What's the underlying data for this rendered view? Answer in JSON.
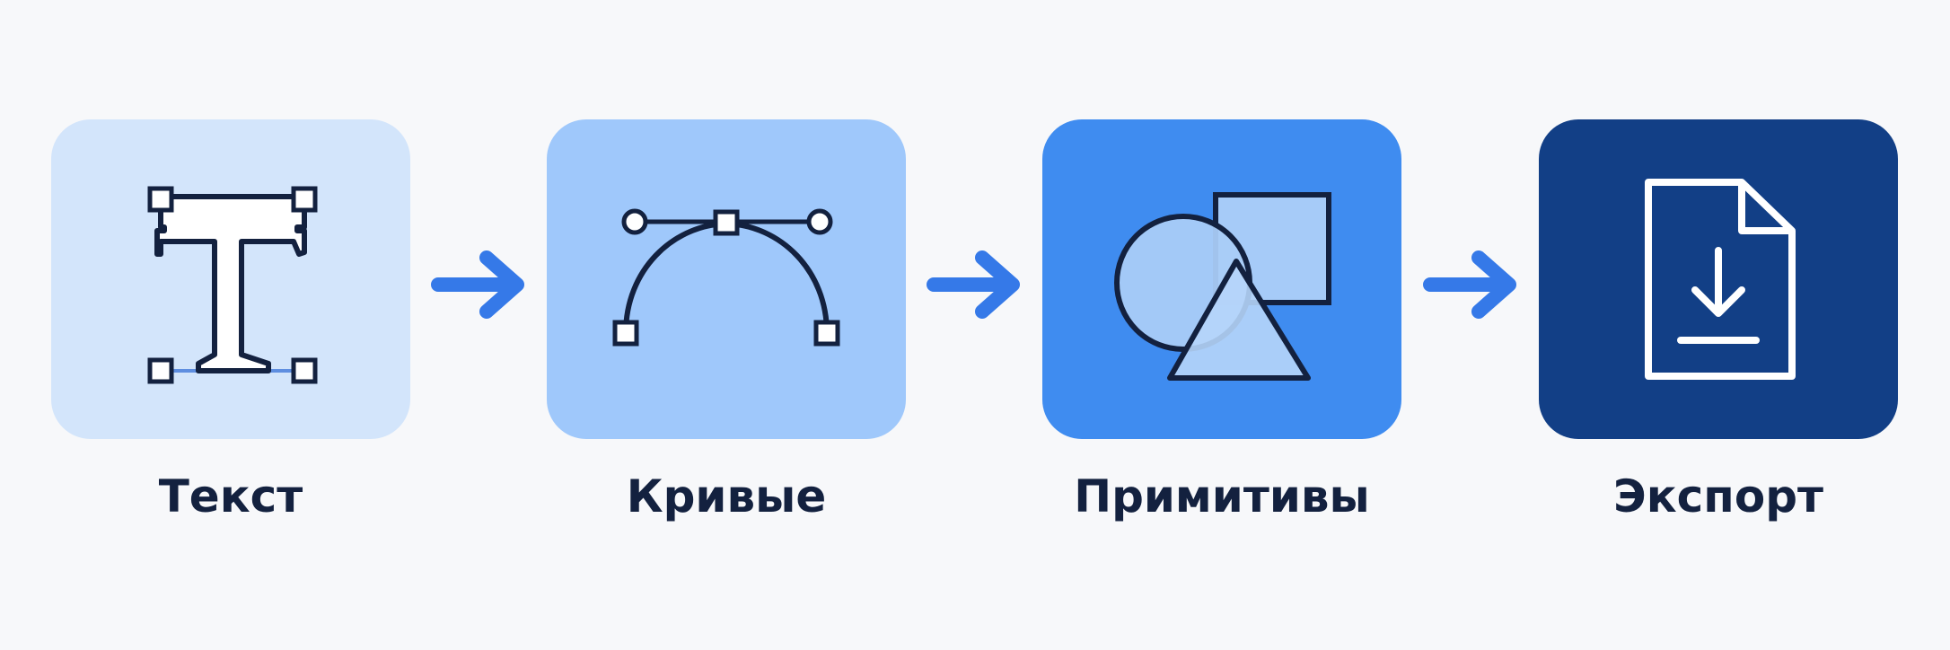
{
  "colors": {
    "background": "#f7f8fa",
    "tile_1": "#d3e5fb",
    "tile_2": "#9fc8fb",
    "tile_3": "#3f8cf0",
    "tile_4": "#123f86",
    "ink": "#13213f",
    "arrow": "#3579e8"
  },
  "steps": [
    {
      "label": "Текст",
      "icon": "text-tool-icon"
    },
    {
      "label": "Кривые",
      "icon": "bezier-curve-icon"
    },
    {
      "label": "Примитивы",
      "icon": "shapes-icon"
    },
    {
      "label": "Экспорт",
      "icon": "export-file-icon"
    }
  ],
  "connectors": [
    {
      "icon": "arrow-right-icon"
    },
    {
      "icon": "arrow-right-icon"
    },
    {
      "icon": "arrow-right-icon"
    }
  ]
}
